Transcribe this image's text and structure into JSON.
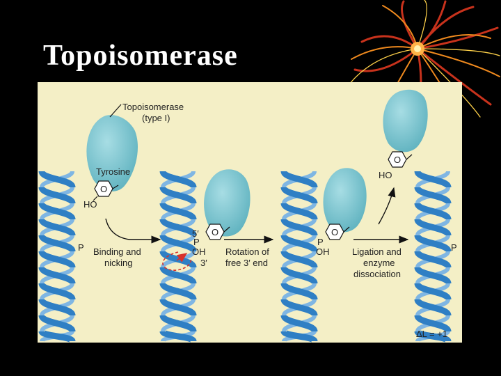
{
  "slide": {
    "title": "Topoisomerase"
  },
  "diagram": {
    "labels": {
      "enzyme": "Topoisomerase",
      "enzyme_type": "(type I)",
      "tyrosine": "Tyrosine",
      "ring_atom": "O",
      "hydroxyl_left": "HO",
      "phosphate": "P",
      "step1_line1": "Binding and",
      "step1_line2": "nicking",
      "five_prime": "5′",
      "hydroxyl": "OH",
      "three_prime": "3′",
      "step2_line1": "Rotation of",
      "step2_line2": "free 3′ end",
      "step3_line1": "Ligation and",
      "step3_line2": "enzyme",
      "step3_line3": "dissociation",
      "hydroxyl_top": "HO",
      "linking_change": "ΔL = +1"
    },
    "colors": {
      "panel": "#f4efc6",
      "helix": "#2f7fc4",
      "helix_back": "#7fb6e3",
      "enzyme": "#7cc4cf",
      "rotation_arrow": "#d8322b",
      "text": "#222222"
    }
  }
}
